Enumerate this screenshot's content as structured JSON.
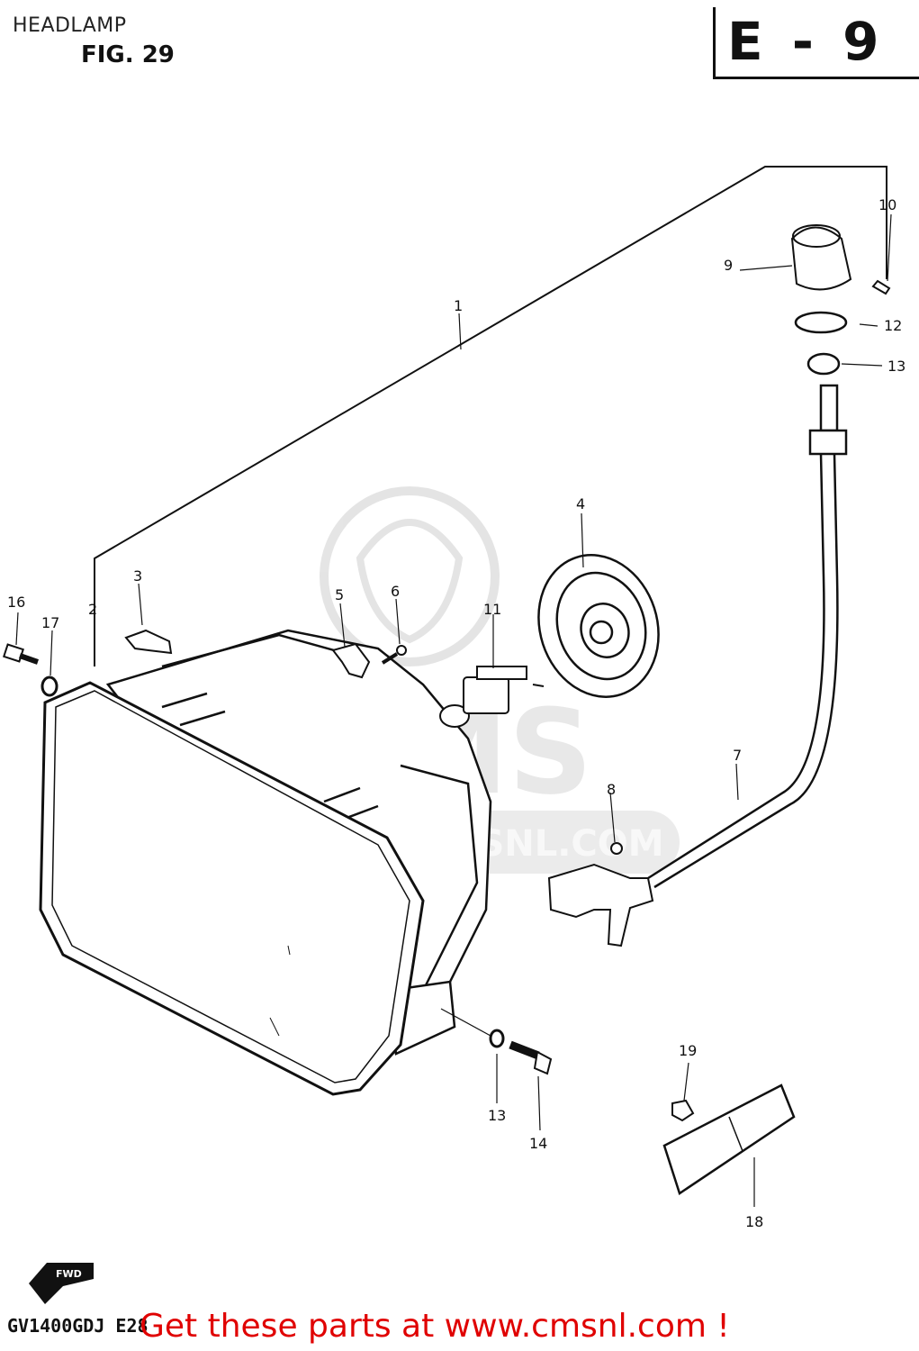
{
  "header": {
    "title": "HEADLAMP",
    "figure": "FIG. 29",
    "section": "E - 9"
  },
  "footer": {
    "model": "GV1400GDJ E28",
    "promo": "Get these parts at www.cmsnl.com !"
  },
  "watermark": {
    "brand": "CMS",
    "url": "WWW.CMSNL.COM"
  },
  "fwd_arrow": "FWD",
  "callouts": {
    "c1": "1",
    "c2": "2",
    "c3": "3",
    "c4": "4",
    "c5": "5",
    "c6": "6",
    "c7": "7",
    "c8": "8",
    "c9": "9",
    "c10": "10",
    "c11": "11",
    "c12": "12",
    "c13a": "13",
    "c13b": "13",
    "c14": "14",
    "c16": "16",
    "c17": "17",
    "c18": "18",
    "c19": "19"
  },
  "colors": {
    "line": "#111111",
    "promo": "#e00000",
    "watermark": "#cfcfcf"
  }
}
